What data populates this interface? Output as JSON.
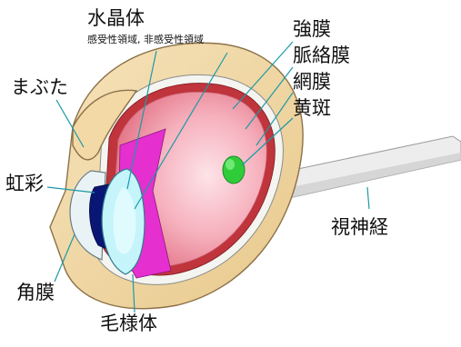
{
  "labels": {
    "lens": "水晶体",
    "lens_sub": "感受性領域, 非感受性領域",
    "eyelid": "まぶた",
    "sclera": "強膜",
    "choroid": "脈絡膜",
    "retina": "網膜",
    "macula": "黄斑",
    "iris": "虹彩",
    "optic_nerve": "視神経",
    "cornea": "角膜",
    "ciliary_body": "毛様体"
  },
  "colors": {
    "eyelid": "#f2d9a6",
    "eyelid_stroke": "#8c7148",
    "sclera": "#f4f4f0",
    "choroid": "#c0343c",
    "retina_inner": "#f6b1bd",
    "retina_center": "#fde3e8",
    "macula": "#2fcc3a",
    "lens": "#c5f4fb",
    "iris": "#0a1673",
    "ciliary_body": "#e52fcf",
    "optic_nerve": "#ededed",
    "leader_line": "#1b9aa6"
  }
}
